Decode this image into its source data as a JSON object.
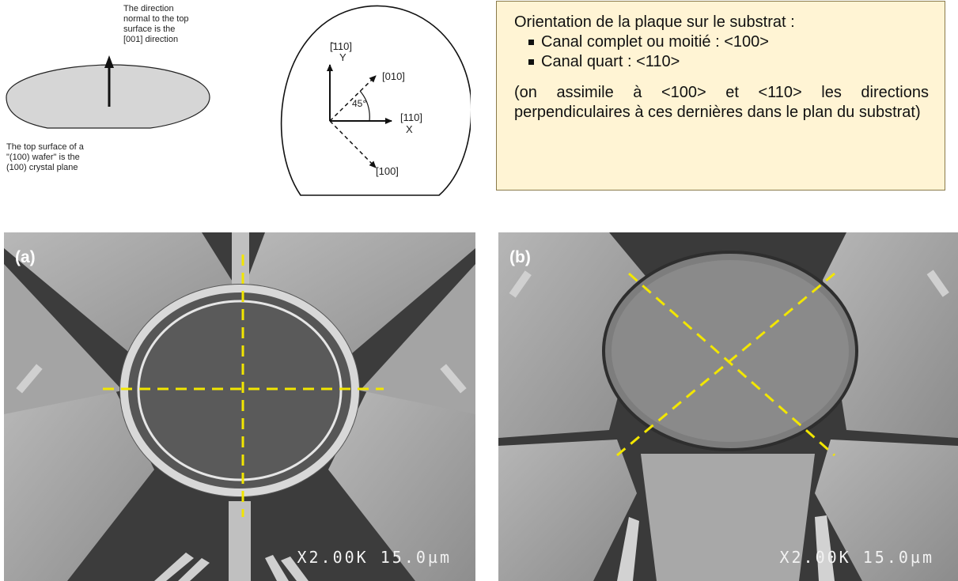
{
  "wafer_diagram": {
    "normal_text": [
      "The direction",
      "normal to the top",
      "surface is the",
      "[001] direction"
    ],
    "surface_text": [
      "The top surface of a",
      "\"(100) wafer\" is the",
      "(100) crystal plane"
    ]
  },
  "flat_diagram": {
    "y_dir": "[̄110]",
    "y_axis": "Y",
    "dir_010": "[010]",
    "angle": "45°",
    "x_dir": "[110]",
    "x_axis": "X",
    "dir_100": "[100]"
  },
  "orientation_box": {
    "heading": "Orientation de la plaque sur le substrat :",
    "items": [
      "Canal complet ou moitié : <100>",
      "Canal quart : <110>"
    ],
    "note": "(on assimile à <100> et <110> les directions perpendiculaires à ces dernières dans le plan du substrat)",
    "background_color": "#fff4d4"
  },
  "sem_images": [
    {
      "label": "(a)",
      "scale": "X2.00K 15.0µm",
      "overlay_color": "#f2e600"
    },
    {
      "label": "(b)",
      "scale": "X2.00K 15.0µm",
      "overlay_color": "#f2e600"
    }
  ]
}
